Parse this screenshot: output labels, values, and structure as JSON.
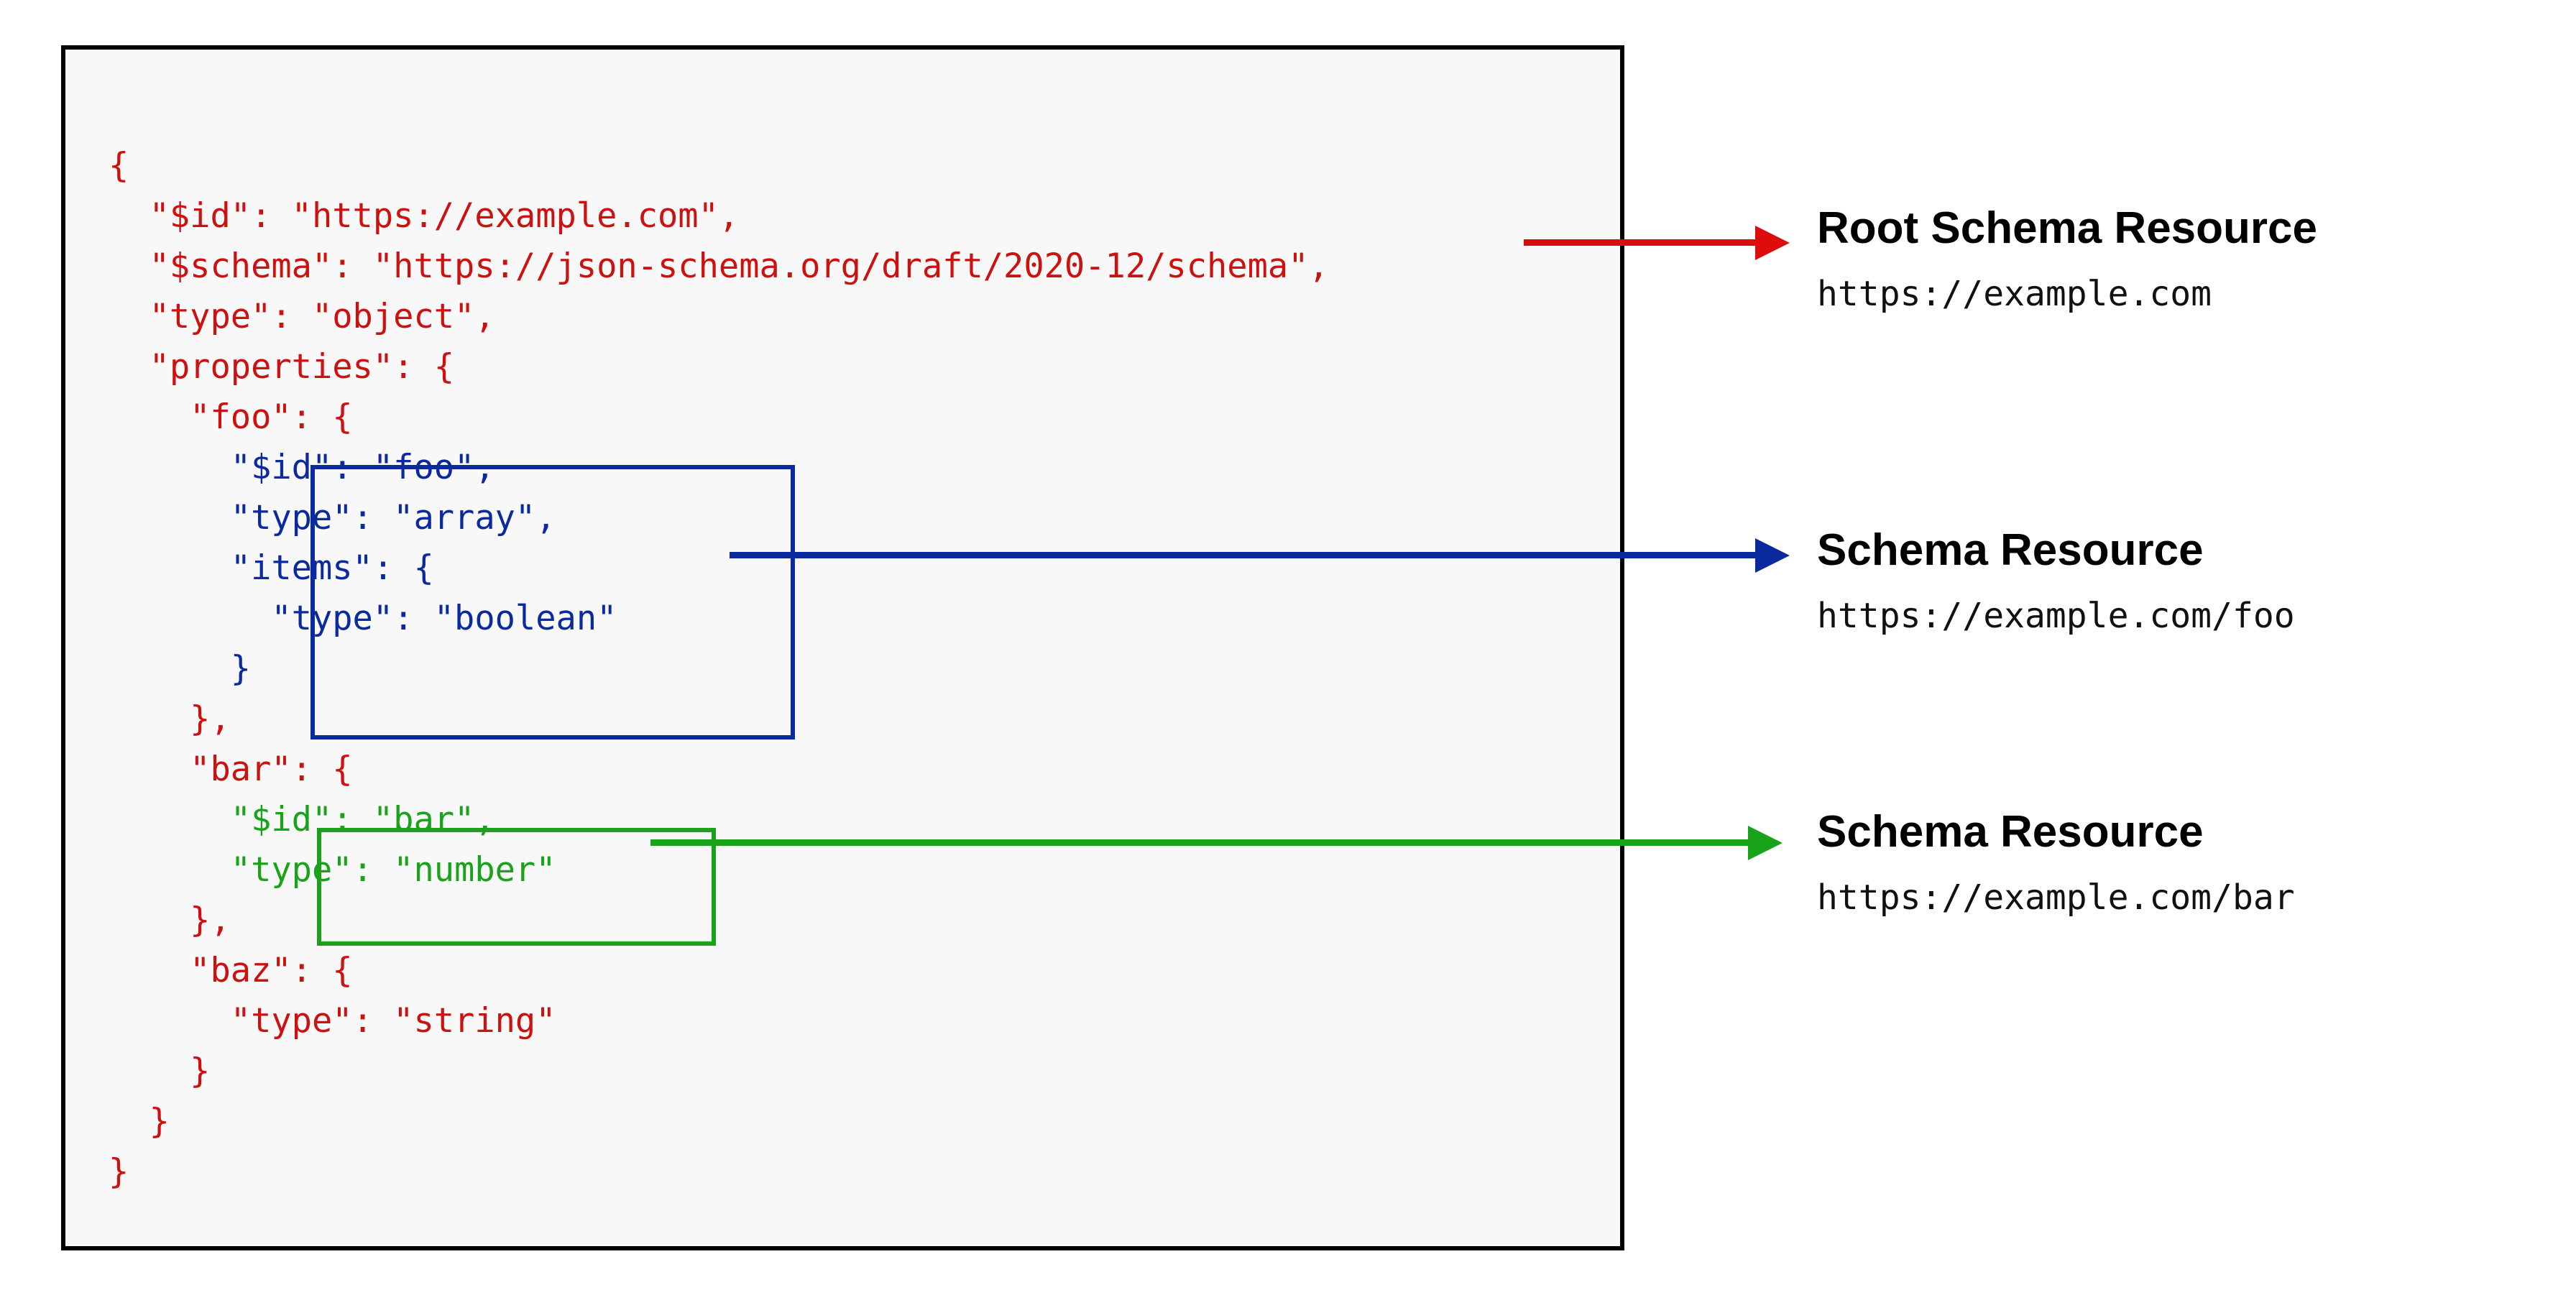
{
  "panel": {
    "border_color": "#000000",
    "background_color": "#f8f8f8"
  },
  "code": {
    "language": "json",
    "default_color": "#cc1111",
    "lines": [
      {
        "text": "{",
        "color": "red"
      },
      {
        "text": "  \"$id\": \"https://example.com\",",
        "color": "red"
      },
      {
        "text": "  \"$schema\": \"https://json-schema.org/draft/2020-12/schema\",",
        "color": "red"
      },
      {
        "text": "  \"type\": \"object\",",
        "color": "red"
      },
      {
        "text": "  \"properties\": {",
        "color": "red"
      },
      {
        "text": "    \"foo\": {",
        "color": "red"
      },
      {
        "text": "      \"$id\": \"foo\",",
        "color": "blue"
      },
      {
        "text": "      \"type\": \"array\",",
        "color": "blue"
      },
      {
        "text": "      \"items\": {",
        "color": "blue"
      },
      {
        "text": "        \"type\": \"boolean\"",
        "color": "blue"
      },
      {
        "text": "      }",
        "color": "blue"
      },
      {
        "text": "    },",
        "color": "red"
      },
      {
        "text": "    \"bar\": {",
        "color": "red"
      },
      {
        "text": "      \"$id\": \"bar\",",
        "color": "green"
      },
      {
        "text": "      \"type\": \"number\"",
        "color": "green"
      },
      {
        "text": "    },",
        "color": "red"
      },
      {
        "text": "    \"baz\": {",
        "color": "red"
      },
      {
        "text": "      \"type\": \"string\"",
        "color": "red"
      },
      {
        "text": "    }",
        "color": "red"
      },
      {
        "text": "  }",
        "color": "red"
      },
      {
        "text": "}",
        "color": "red"
      }
    ]
  },
  "highlights": {
    "blue_box": {
      "color": "#0b2a9e",
      "label": "foo-schema-resource-highlight"
    },
    "green_box": {
      "color": "#1aa21a",
      "label": "bar-schema-resource-highlight"
    }
  },
  "arrows": [
    {
      "name": "root-schema-arrow",
      "color": "#dd0d0d"
    },
    {
      "name": "foo-schema-arrow",
      "color": "#0b2a9e"
    },
    {
      "name": "bar-schema-arrow",
      "color": "#1aa21a"
    }
  ],
  "annotations": [
    {
      "title": "Root Schema Resource",
      "url": "https://example.com"
    },
    {
      "title": "Schema Resource",
      "url": "https://example.com/foo"
    },
    {
      "title": "Schema Resource",
      "url": "https://example.com/bar"
    }
  ]
}
